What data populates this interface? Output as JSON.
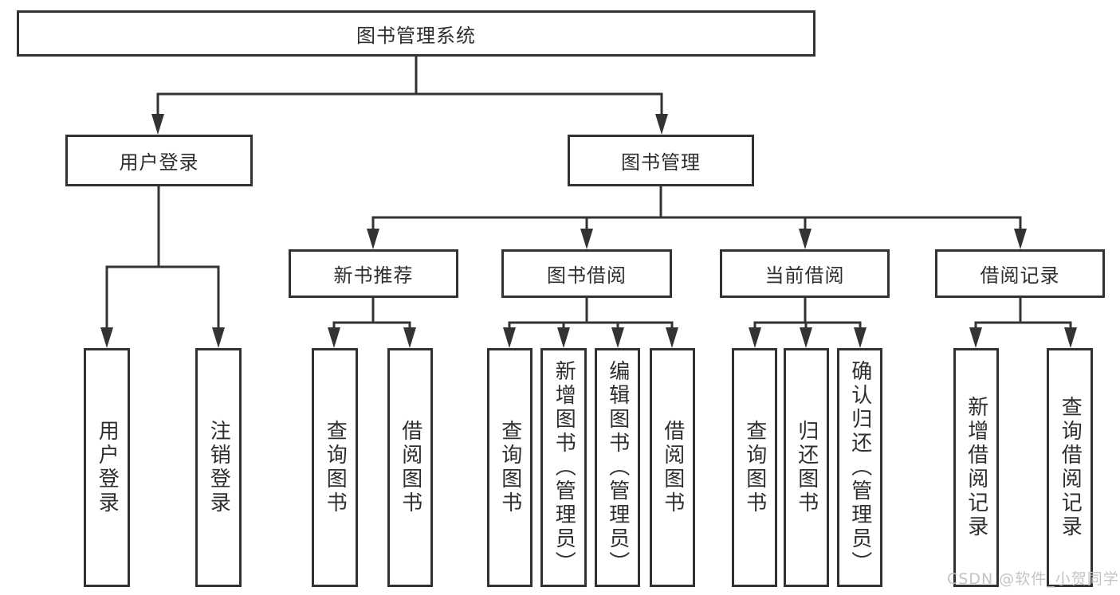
{
  "diagram": {
    "root": {
      "label": "图书管理系统"
    },
    "branches": [
      {
        "label": "用户登录",
        "children": [
          {
            "label": "用户登录"
          },
          {
            "label": "注销登录"
          }
        ]
      },
      {
        "label": "图书管理",
        "children": [
          {
            "label": "新书推荐",
            "children": [
              {
                "label": "查询图书"
              },
              {
                "label": "借阅图书"
              }
            ]
          },
          {
            "label": "图书借阅",
            "children": [
              {
                "label": "查询图书"
              },
              {
                "label": "新增图书（管理员）"
              },
              {
                "label": "编辑图书（管理员）"
              },
              {
                "label": "借阅图书"
              }
            ]
          },
          {
            "label": "当前借阅",
            "children": [
              {
                "label": "查询图书"
              },
              {
                "label": "归还图书"
              },
              {
                "label": "确认归还（管理员）"
              }
            ]
          },
          {
            "label": "借阅记录",
            "children": [
              {
                "label": "新增借阅记录"
              },
              {
                "label": "查询借阅记录"
              }
            ]
          }
        ]
      }
    ]
  },
  "watermark": {
    "text": "CSDN @软件_小贺同学"
  },
  "colors": {
    "line": "#333333",
    "box_border": "#323232",
    "text": "#2e2e2e",
    "watermark": "#c4c4c4",
    "background": "#ffffff"
  }
}
